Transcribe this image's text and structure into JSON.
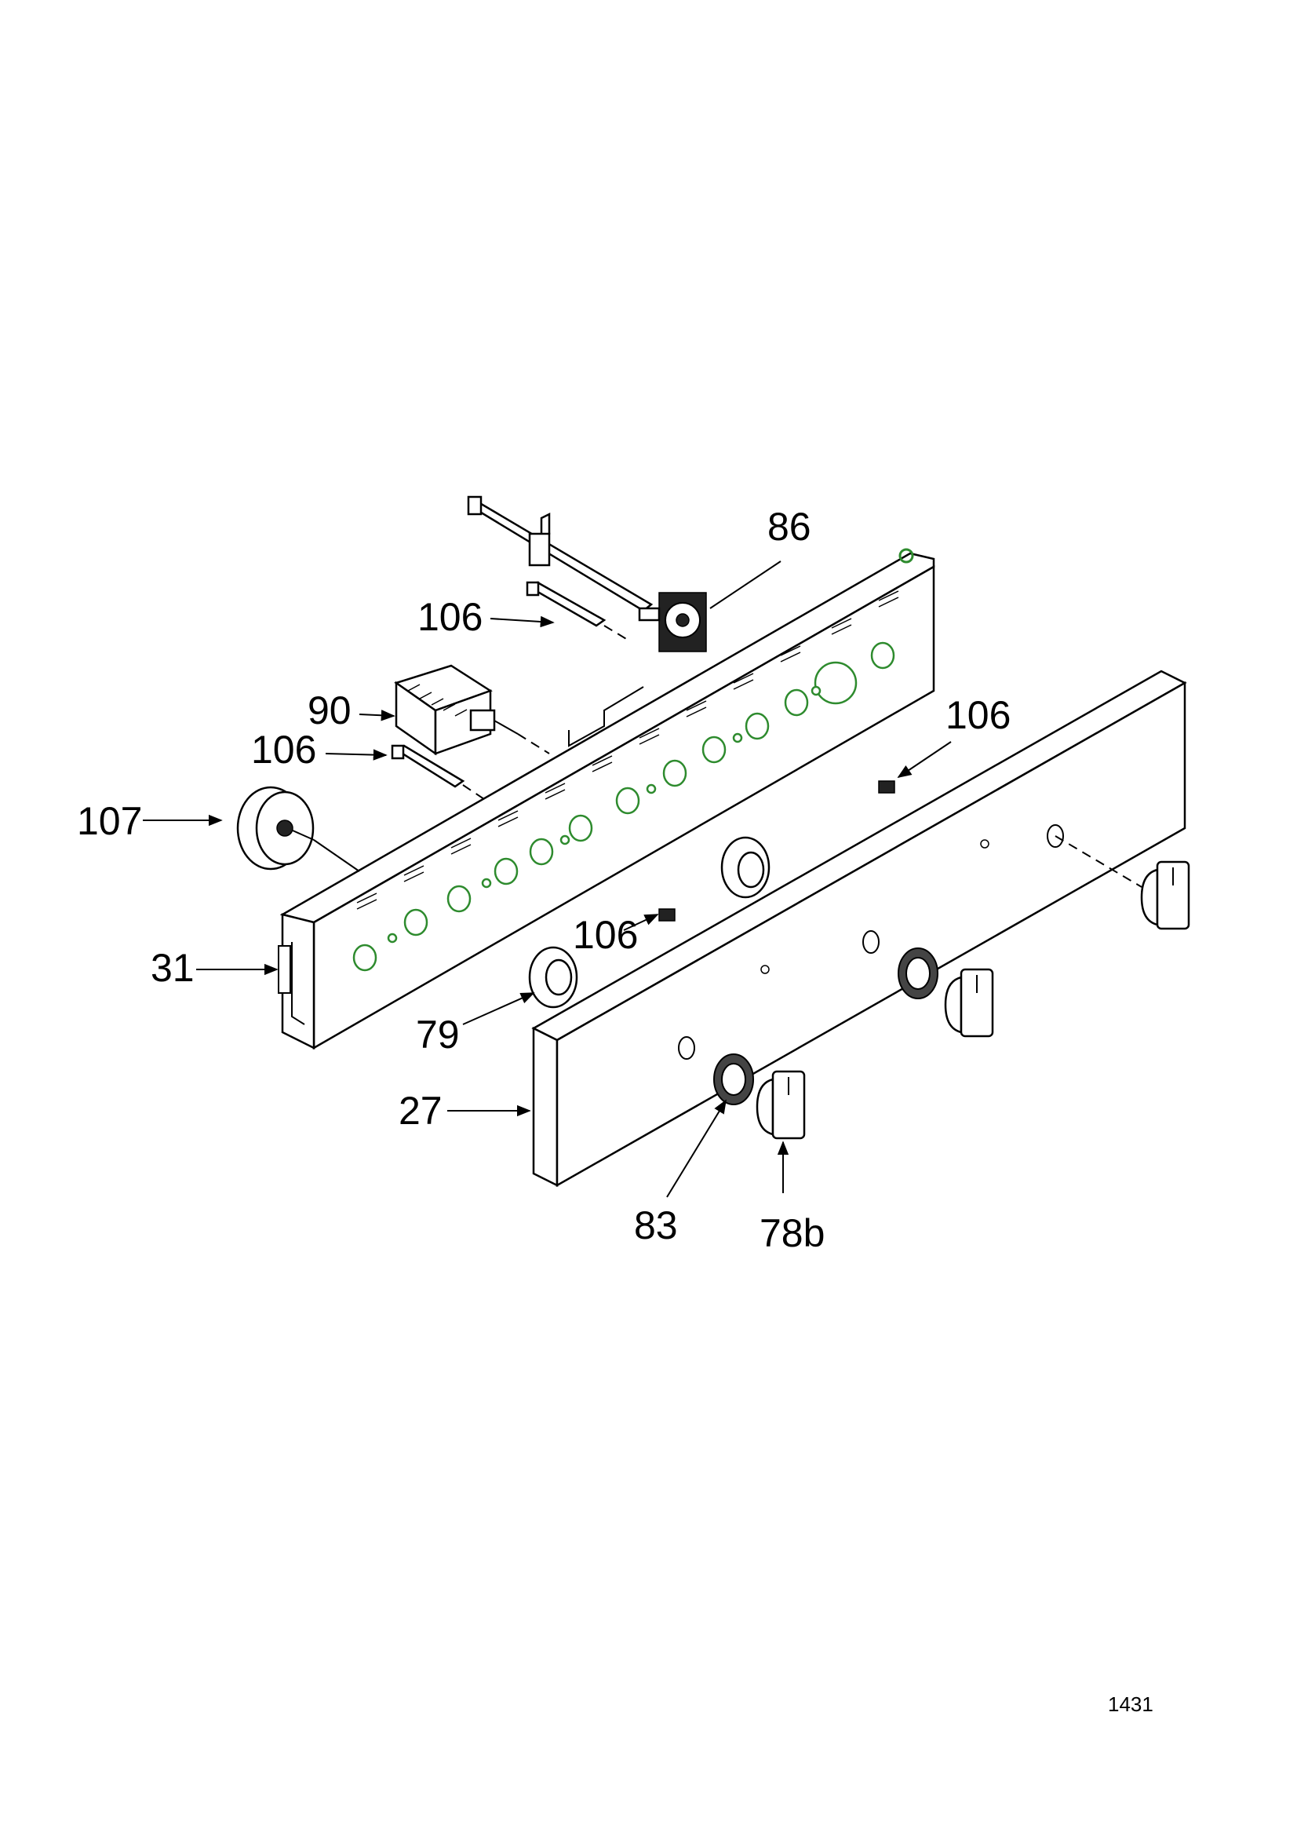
{
  "callouts": {
    "c86": "86",
    "c106_top": "106",
    "c90": "90",
    "c106_mid": "106",
    "c106_right": "106",
    "c107": "107",
    "c31": "31",
    "c106_center": "106",
    "c79": "79",
    "c27": "27",
    "c83": "83",
    "c78b": "78b"
  },
  "page_number": "1431",
  "colors": {
    "line": "#000000",
    "hole_outline": "#2e8b2e",
    "background": "#ffffff"
  }
}
